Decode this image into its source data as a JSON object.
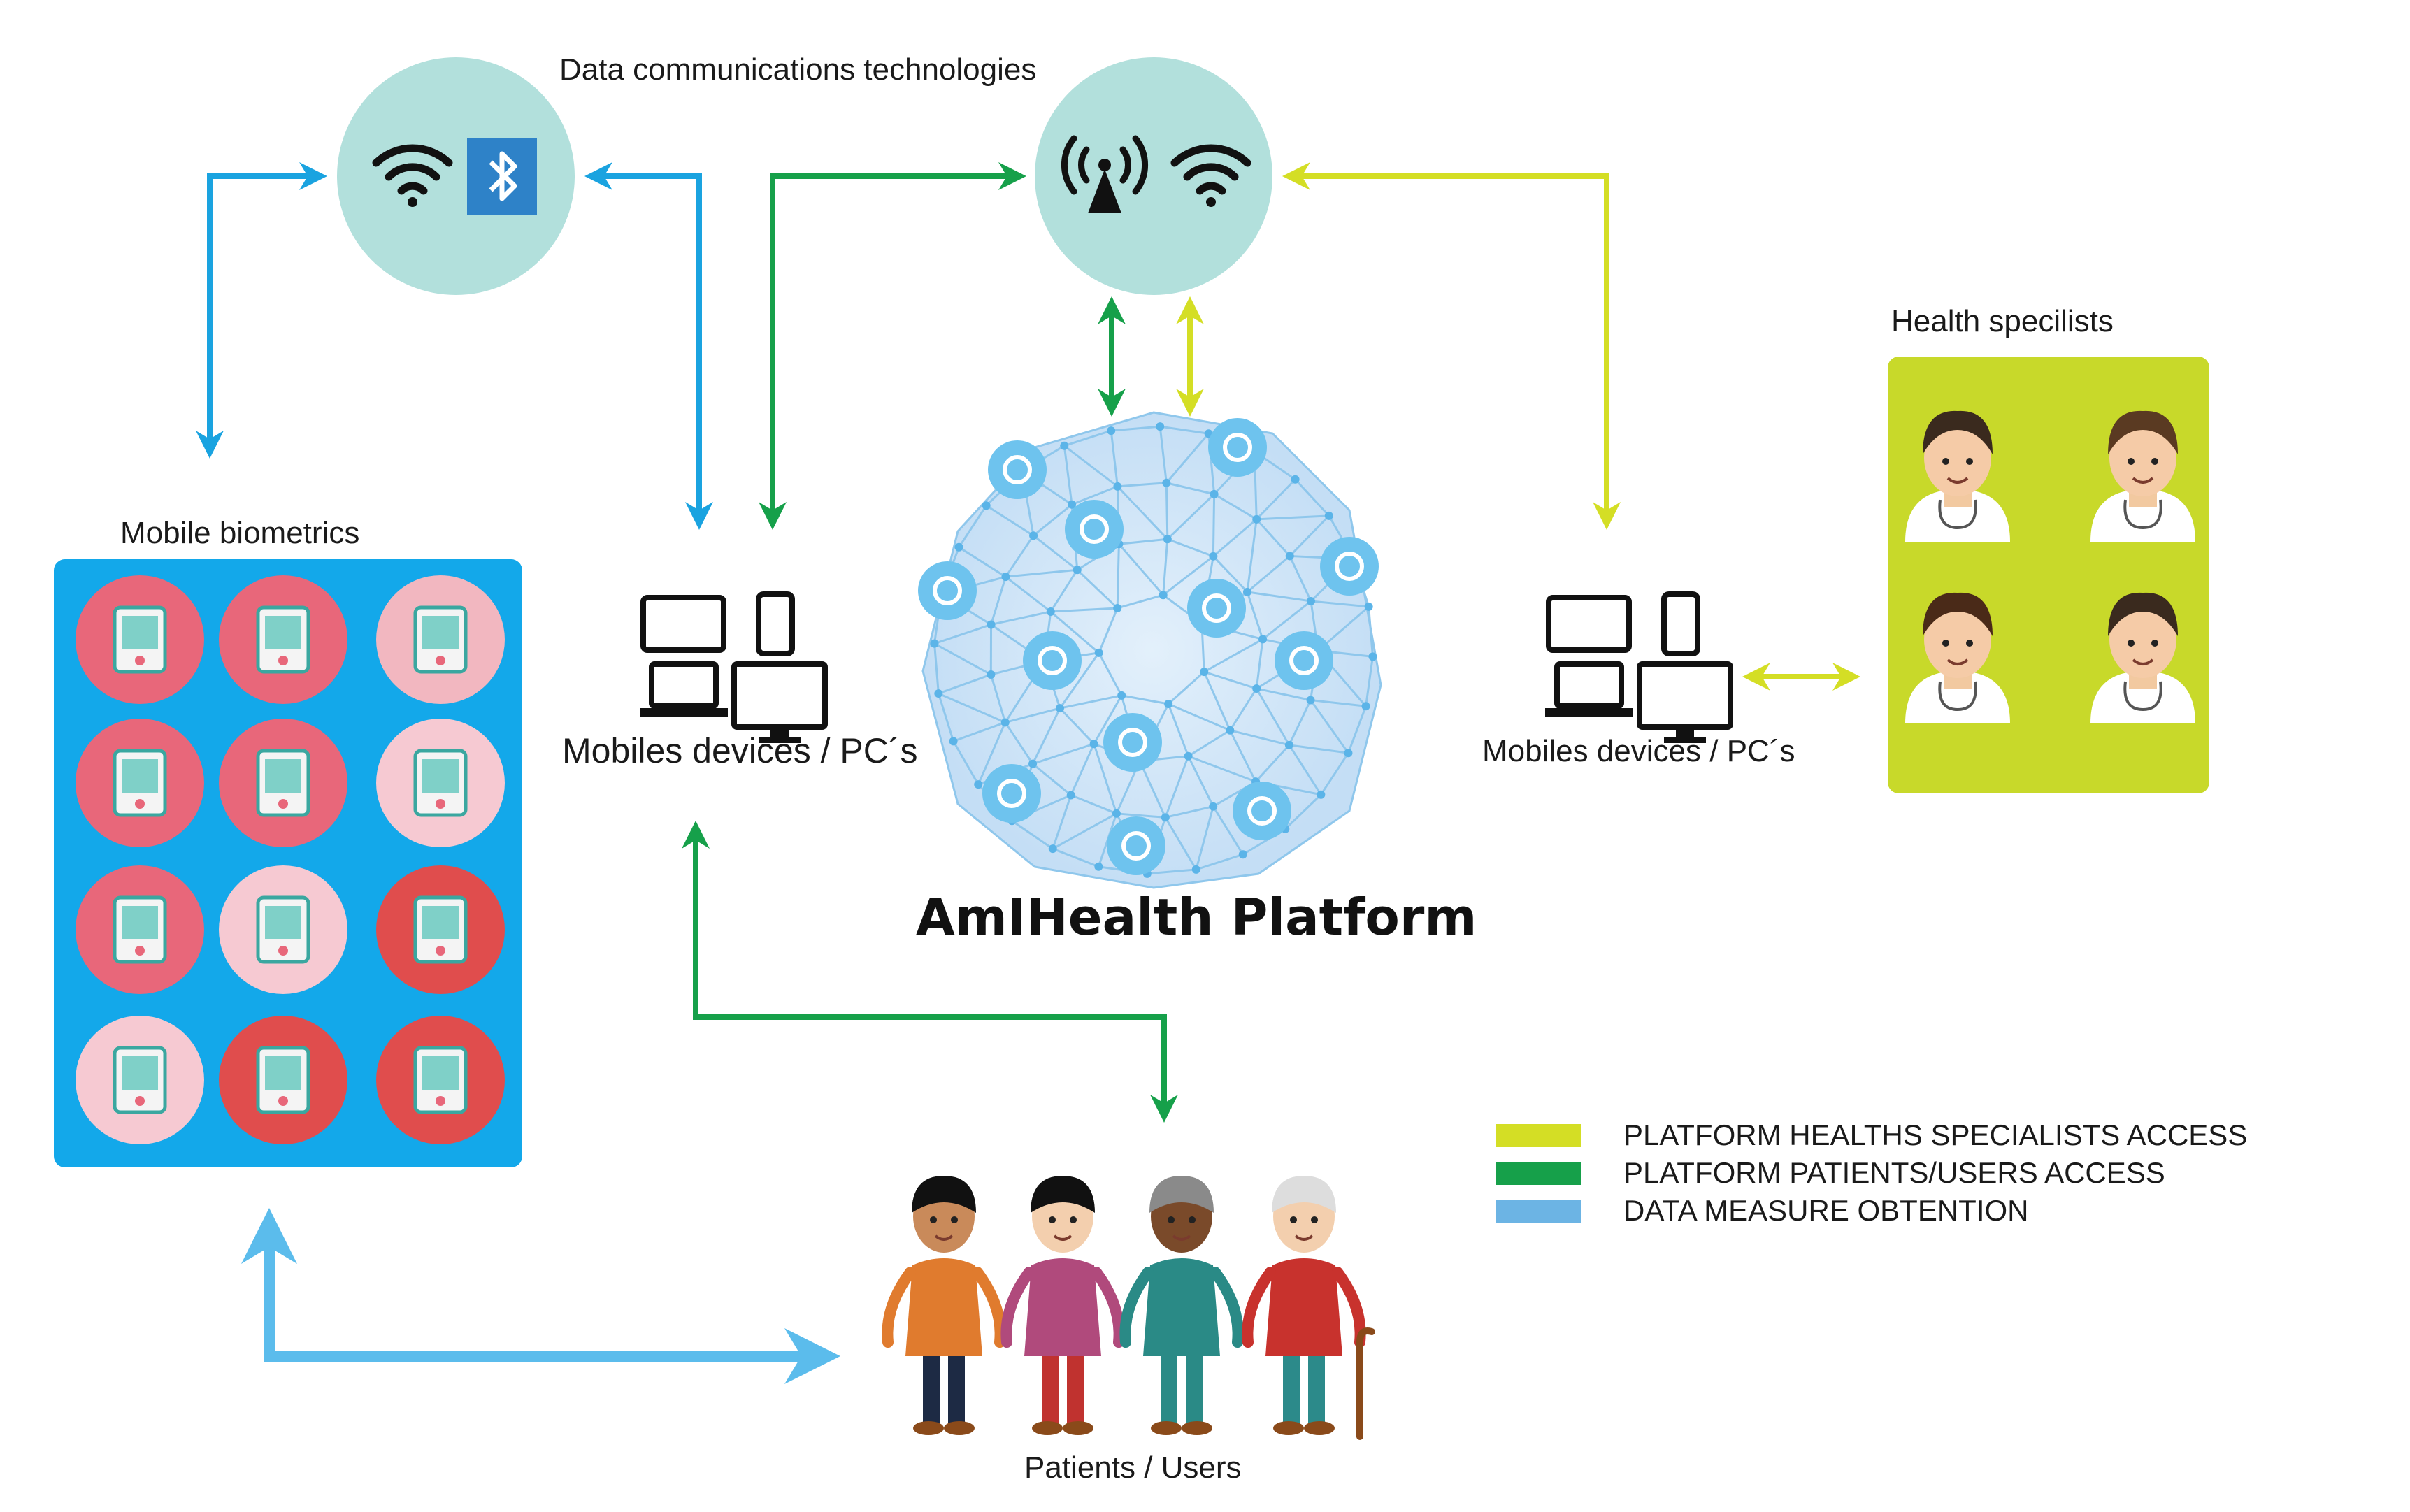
{
  "labels": {
    "data_comm": "Data communications technologies",
    "mobile_biometrics": "Mobile biometrics",
    "devices_left": "Mobiles devices / PC´s",
    "devices_right": "Mobiles devices / PC´s",
    "platform": "AmIHealth Platform",
    "health_specialists": "Health specilists",
    "patients": "Patients / Users"
  },
  "legend": [
    {
      "label": "PLATFORM HEALTHS SPECIALISTS ACCESS",
      "color": "#d4de25"
    },
    {
      "label": "PLATFORM PATIENTS/USERS ACCESS",
      "color": "#16a04a"
    },
    {
      "label": "DATA MEASURE OBTENTION",
      "color": "#6cb4e4"
    }
  ],
  "colors": {
    "specialists": "#d4de25",
    "patients": "#16a04a",
    "data": "#1aa3e0",
    "biometrics_panel": "#13a8ea",
    "specialists_panel": "#c8d92a",
    "comm_circle": "#b2e0dc"
  },
  "icons": {
    "biometrics": [
      "heart-monitor-icon",
      "pulse-oximeter-icon",
      "vr-headset-icon",
      "stethoscope-tablet-icon",
      "lung-phone-icon",
      "ultrasound-icon",
      "smartwatch-icon",
      "fitness-app-icon",
      "glucometer-icon",
      "scale-icon",
      "blood-pressure-icon",
      "thermometer-icon"
    ],
    "platform_nodes": [
      "microscope-icon",
      "stethoscope-icon",
      "pills-icon",
      "apple-icon",
      "virus-icon",
      "runner-icon",
      "lungs-icon",
      "syringe-icon",
      "heartbeat-icon",
      "capsule-icon",
      "ecg-icon",
      "first-aid-icon"
    ]
  }
}
